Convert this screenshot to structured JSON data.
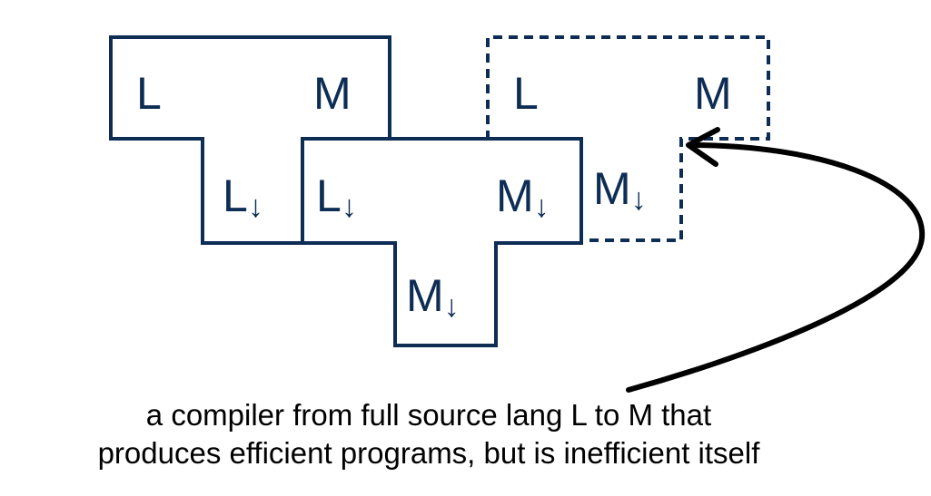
{
  "labels": {
    "left_source": "L",
    "left_target": "M",
    "left_impl": "L",
    "middle_source": "L",
    "middle_target": "M",
    "middle_impl": "M",
    "dashed_source": "L",
    "dashed_target": "M",
    "dashed_impl": "M"
  },
  "subscript": "↓",
  "caption": {
    "line1": "a compiler from full source lang L to M that",
    "line2": "produces efficient programs, but is inefficient itself"
  },
  "colors": {
    "shape_stroke": "#0d2d55",
    "label_text": "#0d2d55",
    "arrow": "#000000",
    "caption_text": "#000000"
  }
}
